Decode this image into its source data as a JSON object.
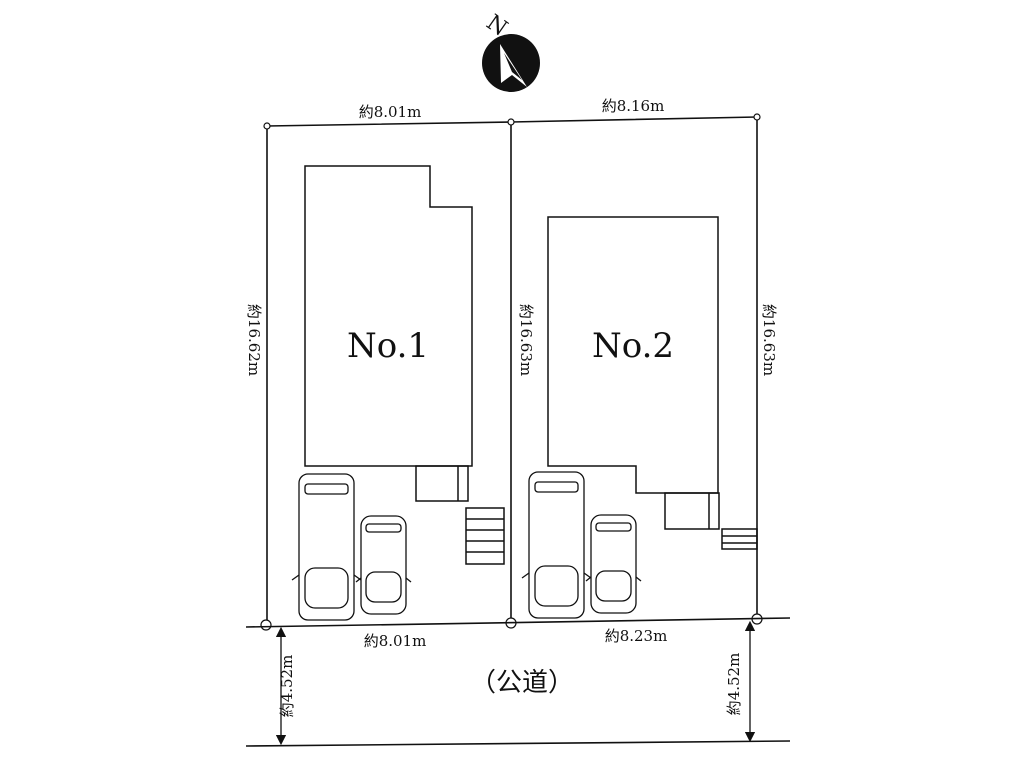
{
  "compass": {
    "letter": "N",
    "icon": "north-arrow-icon"
  },
  "lots": [
    {
      "label": "No.1",
      "top": "約8.01m",
      "bottom": "約8.01m",
      "left": "約16.62m"
    },
    {
      "label": "No.2",
      "top": "約8.16m",
      "bottom": "約8.23m",
      "left": "約16.63m",
      "right": "約16.63m"
    }
  ],
  "road": {
    "label": "（公道）",
    "width_left": "約4.52m",
    "width_right": "約4.52m"
  },
  "colors": {
    "line": "#111111",
    "background": "#ffffff"
  }
}
